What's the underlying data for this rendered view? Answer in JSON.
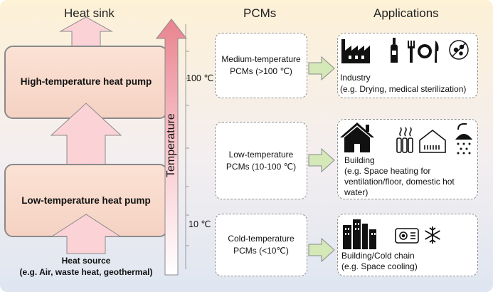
{
  "headers": {
    "heat_sink": "Heat sink",
    "pcms": "PCMs",
    "applications": "Applications"
  },
  "pumps": {
    "high": "High-temperature heat pump",
    "low": "Low-temperature heat pump"
  },
  "heat_source": {
    "title": "Heat source",
    "examples": "(e.g. Air, waste heat, geothermal)"
  },
  "scale": {
    "axis_label": "Temperature",
    "mark_high": "100 ℃",
    "mark_low": "10 ℃"
  },
  "pcm_boxes": [
    {
      "line1": "Medium-temperature",
      "line2": "PCMs (>100 ℃)"
    },
    {
      "line1": "Low-temperature",
      "line2": "PCMs (10-100 ℃)"
    },
    {
      "line1": "Cold-temperature",
      "line2": "PCMs (<10℃)"
    }
  ],
  "applications": [
    {
      "title": "Industry",
      "lines": [
        "(e.g. Drying, medical sterilization)"
      ],
      "icons": [
        "factory-icon",
        "bottle-icon",
        "cutlery-plate-icon",
        "microbe-icon"
      ]
    },
    {
      "title": "Building",
      "lines": [
        "(e.g. Space heating for",
        "ventilation/floor, domestic hot",
        "water)"
      ],
      "icons": [
        "house-icon",
        "radiator-icon",
        "floor-heating-icon",
        "shower-icon"
      ]
    },
    {
      "title": "Building/Cold chain",
      "lines": [
        "(e.g. Space cooling)"
      ],
      "icons": [
        "city-buildings-icon",
        "air-conditioner-icon",
        "snowflake-icon"
      ]
    }
  ],
  "colors": {
    "arrow_fill": "#fbd3d6",
    "thermo_top": "#e8848f",
    "pump_fill": "#f8dccd",
    "green_arrow": "#d4e8b8"
  }
}
